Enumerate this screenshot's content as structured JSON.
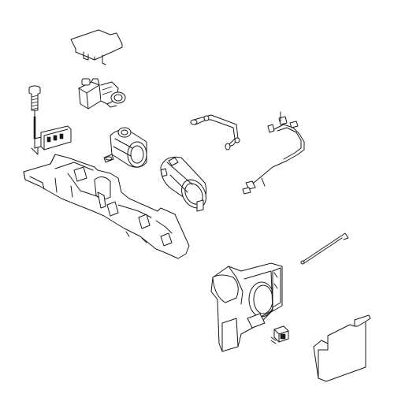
{
  "diagram": {
    "type": "exploded-parts-view",
    "line_color": "#1a1a1a",
    "background": "#ffffff",
    "parts": [
      {
        "id": "cover-plate",
        "icon": "cover-plate-icon"
      },
      {
        "id": "screw",
        "icon": "screw-icon"
      },
      {
        "id": "water-valve",
        "icon": "valve-icon"
      },
      {
        "id": "switch-bracket",
        "icon": "bracket-icon"
      },
      {
        "id": "motor-assembly",
        "icon": "motor-icon"
      },
      {
        "id": "fill-tube",
        "icon": "tube-icon"
      },
      {
        "id": "wire-harness",
        "icon": "wire-harness-icon"
      },
      {
        "id": "mounting-frame",
        "icon": "frame-icon"
      },
      {
        "id": "auger-cylinder",
        "icon": "cylinder-icon"
      },
      {
        "id": "rod",
        "icon": "rod-icon"
      },
      {
        "id": "dispenser-housing",
        "icon": "housing-icon"
      },
      {
        "id": "small-switch",
        "icon": "switch-icon"
      },
      {
        "id": "access-panel",
        "icon": "panel-icon"
      }
    ]
  }
}
